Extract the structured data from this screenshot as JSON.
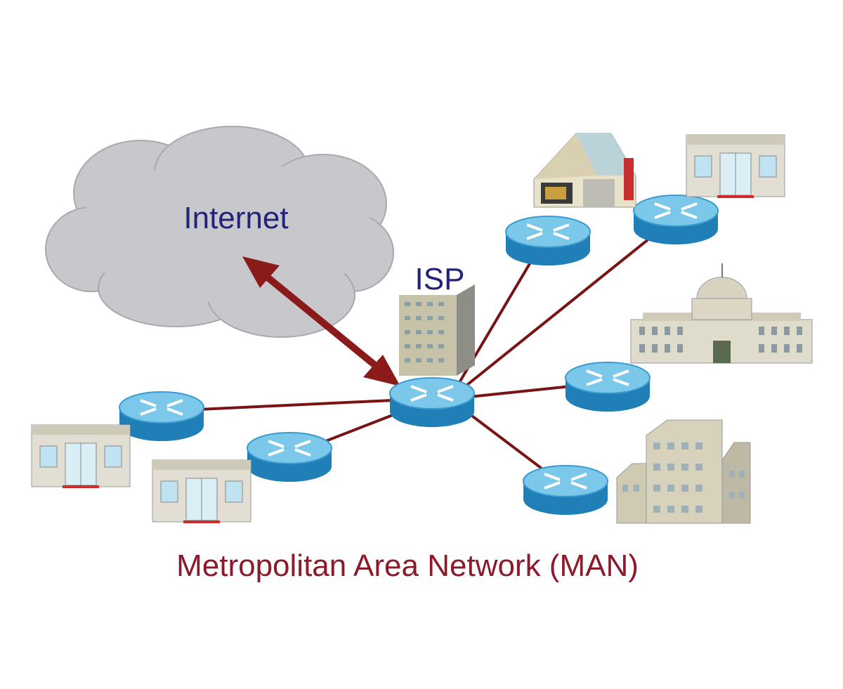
{
  "labels": {
    "internet": "Internet",
    "isp": "ISP",
    "title": "Metropolitan Area Network (MAN)"
  },
  "icons": [
    "cloud-icon",
    "router-icon",
    "isp-building-icon",
    "house-icon",
    "shop-icon",
    "government-building-icon",
    "office-building-icon",
    "double-arrow-icon"
  ],
  "colors": {
    "link": "#7a1414",
    "arrow": "#8b1a1a",
    "label_blue": "#23237a",
    "title": "#8b1a2a",
    "cloud": "#c8c8cc",
    "router_top": "#7cc8ea",
    "router_side": "#1f7fb6"
  }
}
